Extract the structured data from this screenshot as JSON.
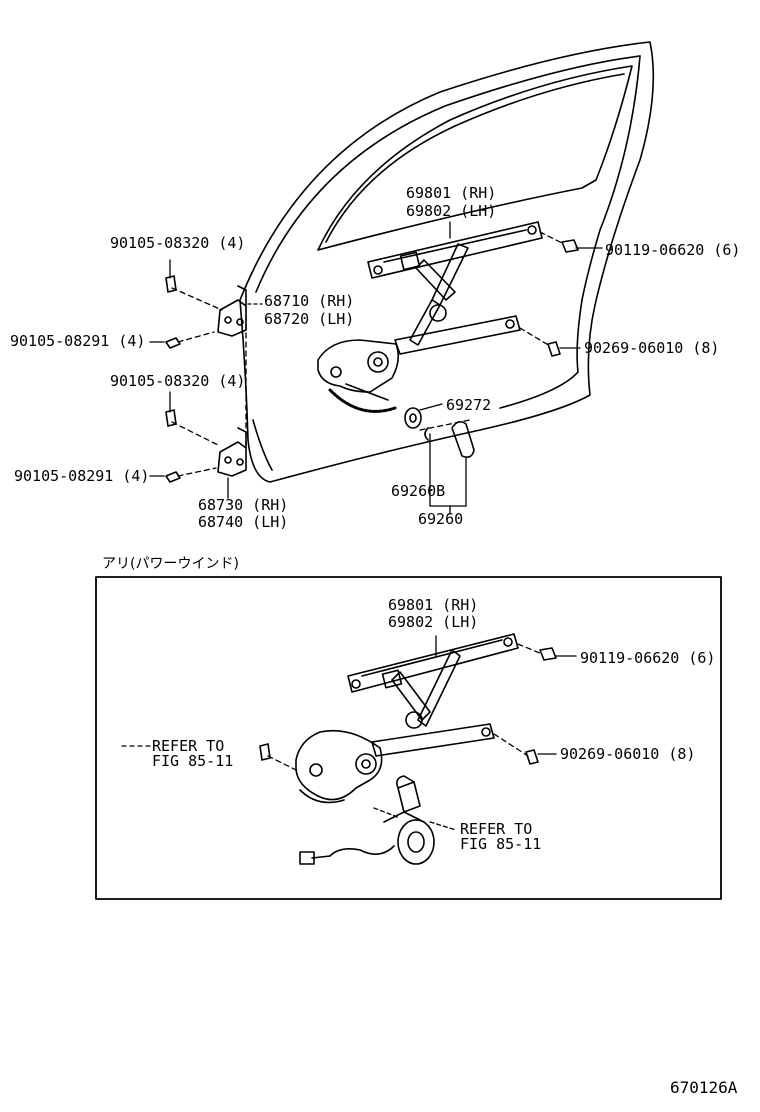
{
  "parts_upper": {
    "regulator_rh": "69801 (RH)",
    "regulator_lh": "69802 (LH)",
    "bolt_top_right": "90119-06620 (6)",
    "bolt_hinge_top_a": "90105-08320 (4)",
    "hinge_upper_rh": "68710 (RH)",
    "hinge_upper_lh": "68720 (LH)",
    "bolt_hinge_top_b": "90105-08291 (4)",
    "bolt_mid_right": "90269-06010 (8)",
    "bolt_hinge_low_a": "90105-08320 (4)",
    "washer": "69272",
    "bolt_hinge_low_b": "90105-08291 (4)",
    "hinge_lower_rh": "68730 (RH)",
    "hinge_lower_lh": "68740 (LH)",
    "handle_sub": "69260B",
    "handle": "69260"
  },
  "power_window": {
    "section_title": "アリ(パワーウインド)",
    "regulator_rh": "69801 (RH)",
    "regulator_lh": "69802 (LH)",
    "bolt_top_right": "90119-06620 (6)",
    "refer_left_1": "REFER TO",
    "refer_left_2": "FIG 85-11",
    "bolt_mid_right": "90269-06010 (8)",
    "refer_right_1": "REFER TO",
    "refer_right_2": "FIG 85-11"
  },
  "figure_code": "670126A"
}
